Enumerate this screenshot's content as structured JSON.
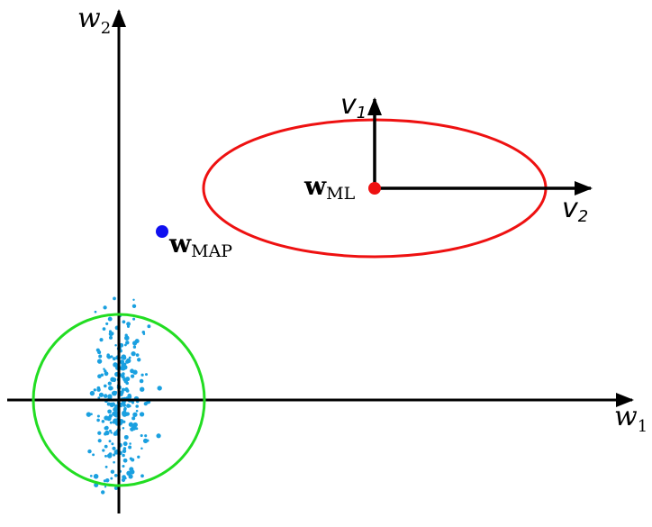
{
  "axes": {
    "x_label": {
      "symbol": "w",
      "subscript": "1"
    },
    "y_label": {
      "symbol": "w",
      "subscript": "2"
    }
  },
  "points": {
    "ml": {
      "symbol": "w",
      "subscript": "ML",
      "color": "#ee1111"
    },
    "map": {
      "symbol": "w",
      "subscript": "MAP",
      "color": "#1010f0"
    }
  },
  "eigenvectors": {
    "v1": {
      "symbol": "v",
      "subscript": "1"
    },
    "v2": {
      "symbol": "v",
      "subscript": "2"
    }
  },
  "colors": {
    "axis": "#000000",
    "likelihood_contour": "#ee1111",
    "prior_contour": "#22dd22",
    "samples": "#1aa0e0"
  }
}
